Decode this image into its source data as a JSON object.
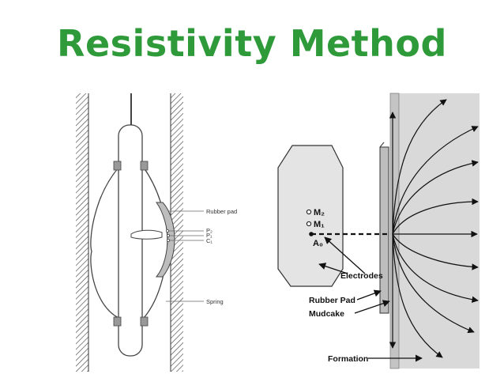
{
  "title": "Resistivity Method",
  "left_tool": {
    "labels": {
      "rubber_pad": "Rubber pad",
      "p2": "P₂",
      "p1": "P₁",
      "c1": "C₁",
      "spring": "Spring"
    }
  },
  "right_tool": {
    "electrodes": {
      "m2": "M₂",
      "m1": "M₁",
      "a0": "A₀"
    },
    "labels": {
      "electrodes": "Electrodes",
      "rubber_pad": "Rubber Pad",
      "mudcake": "Mudcake",
      "formation": "Formation"
    }
  },
  "colors": {
    "title": "#2e9a3a",
    "formation_fill": "#d9d9d9",
    "tool_fill": "#e4e4e4",
    "pad_fill": "#bdbdbd"
  }
}
